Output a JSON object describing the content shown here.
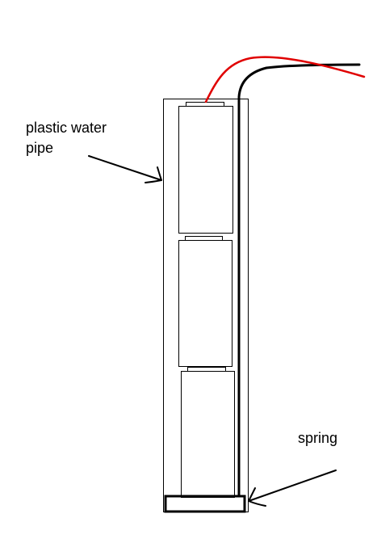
{
  "labels": {
    "pipe_line1": "plastic water",
    "pipe_line2": "pipe",
    "spring": "spring"
  },
  "colors": {
    "background": "#ffffff",
    "outline": "#000000",
    "red_wire": "#e00000",
    "black_wire": "#000000"
  }
}
